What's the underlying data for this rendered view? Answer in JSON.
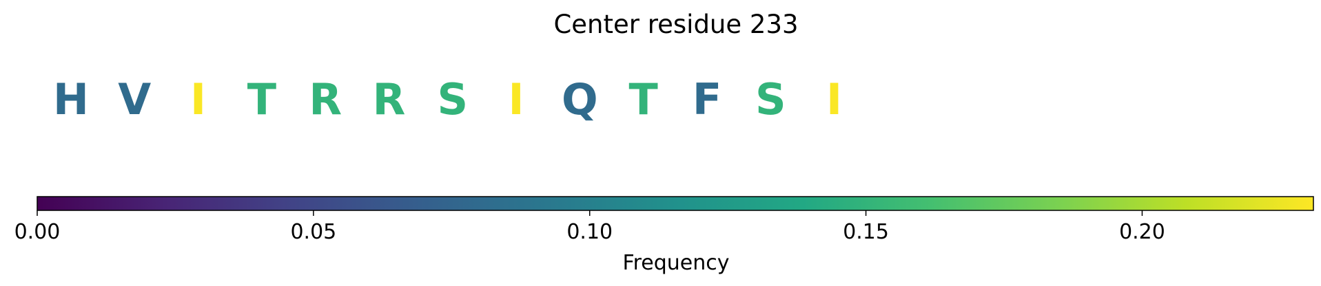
{
  "chart_data": {
    "type": "sequence-colorbar",
    "title": "Center residue 233",
    "residues": [
      {
        "letter": "H",
        "frequency": 0.08
      },
      {
        "letter": "V",
        "frequency": 0.08
      },
      {
        "letter": "I",
        "frequency": 0.23
      },
      {
        "letter": "T",
        "frequency": 0.15
      },
      {
        "letter": "R",
        "frequency": 0.15
      },
      {
        "letter": "R",
        "frequency": 0.15
      },
      {
        "letter": "S",
        "frequency": 0.15
      },
      {
        "letter": "I",
        "frequency": 0.23
      },
      {
        "letter": "Q",
        "frequency": 0.08
      },
      {
        "letter": "T",
        "frequency": 0.15
      },
      {
        "letter": "F",
        "frequency": 0.08
      },
      {
        "letter": "S",
        "frequency": 0.15
      },
      {
        "letter": "I",
        "frequency": 0.23
      }
    ],
    "colorbar": {
      "colormap": "viridis",
      "range": [
        0,
        0.231
      ],
      "ticks": [
        0.0,
        0.05,
        0.1,
        0.15,
        0.2
      ],
      "tick_labels": [
        "0.00",
        "0.05",
        "0.10",
        "0.15",
        "0.20"
      ],
      "label": "Frequency"
    }
  }
}
